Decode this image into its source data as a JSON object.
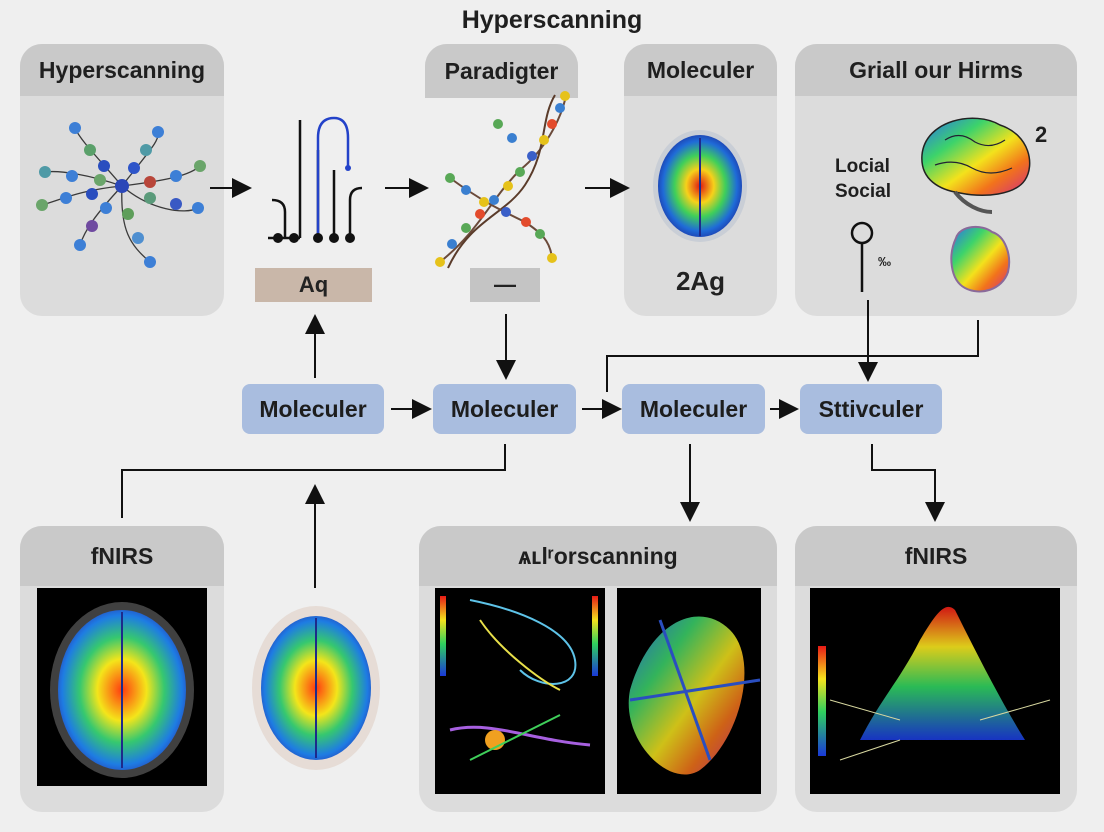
{
  "title": "Hyperscanning",
  "panels": {
    "p1": "Hyperscanning",
    "p2": "Paradigter",
    "p3": "Moleculer",
    "p4": "Griall our Hirms",
    "p5": "fNIRS",
    "p6": "ѧʟlʳorscanning",
    "p7": "fNIRS"
  },
  "chips": {
    "aq": "Aq",
    "dash": "—",
    "twoag": "2Aɡ"
  },
  "social": {
    "line1": "Locial",
    "line2": "Social",
    "num": "2",
    "pct": "‰"
  },
  "nodes": [
    "Moleculer",
    "Moleculer",
    "Moleculer",
    "Sttivculer"
  ],
  "colors": {
    "node": "#a9bddf",
    "panel": "#dcdcdc",
    "header": "#c9c9c9",
    "chip_aq": "#c9b7a9"
  }
}
